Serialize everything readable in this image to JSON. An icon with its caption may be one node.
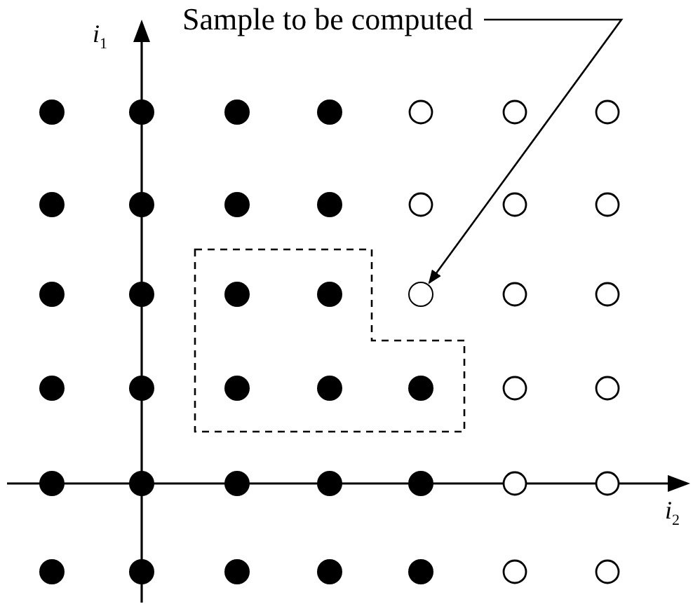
{
  "diagram": {
    "nodes": [
      {
        "text": [
          "Sample to be computed"
        ]
      },
      {
        "text": [],
        "shape": "circle"
      }
    ],
    "edges": [
      {
        "from": 0,
        "to": 1,
        "arrow": "to"
      }
    ],
    "labels": [
      "*i*$_{1}$",
      "*i*$_{2}$"
    ]
  }
}
